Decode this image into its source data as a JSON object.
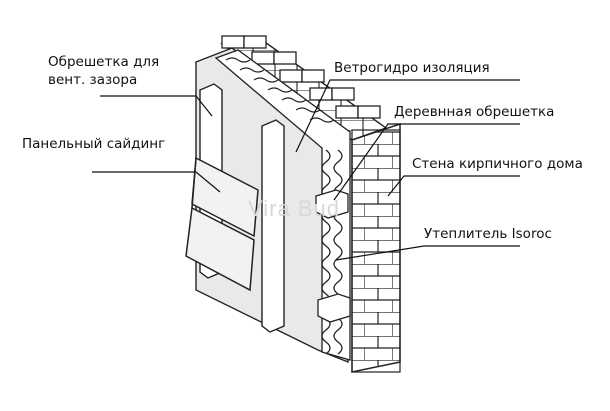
{
  "labels": {
    "vent_lathing_line1": "Обрешетка для",
    "vent_lathing_line2": "вент. зазора",
    "panel_siding": "Панельный сайдинг",
    "wind_water_insulation": "Ветрогидро изоляция",
    "wooden_lathing": "Деревнная обрешетка",
    "brick_wall": "Стена кирпичного дома",
    "insulation": "Утеплитель Isoroc"
  },
  "watermark": "Vira Bud",
  "colors": {
    "line": "#1a1a1a",
    "membrane": "#e9e9e9",
    "siding": "#f2f2f2",
    "background": "#ffffff"
  }
}
